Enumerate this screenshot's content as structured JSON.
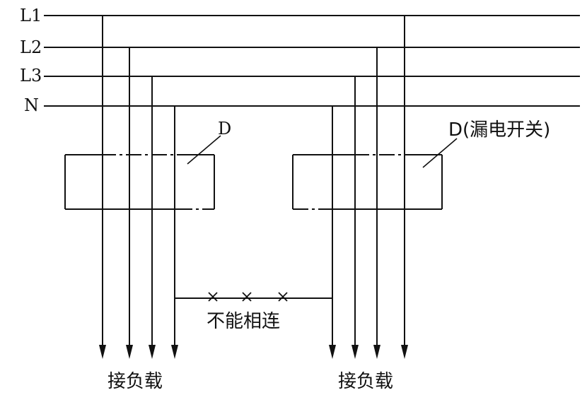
{
  "lines": {
    "l1": "L1",
    "l2": "L2",
    "l3": "L3",
    "n": "N"
  },
  "labels": {
    "left_device": "D",
    "right_device": "D(漏电开关)",
    "bridge_note": "不能相连",
    "left_load": "接负载",
    "right_load": "接负载"
  },
  "colors": {
    "ink": "#111111",
    "background": "#ffffff"
  }
}
